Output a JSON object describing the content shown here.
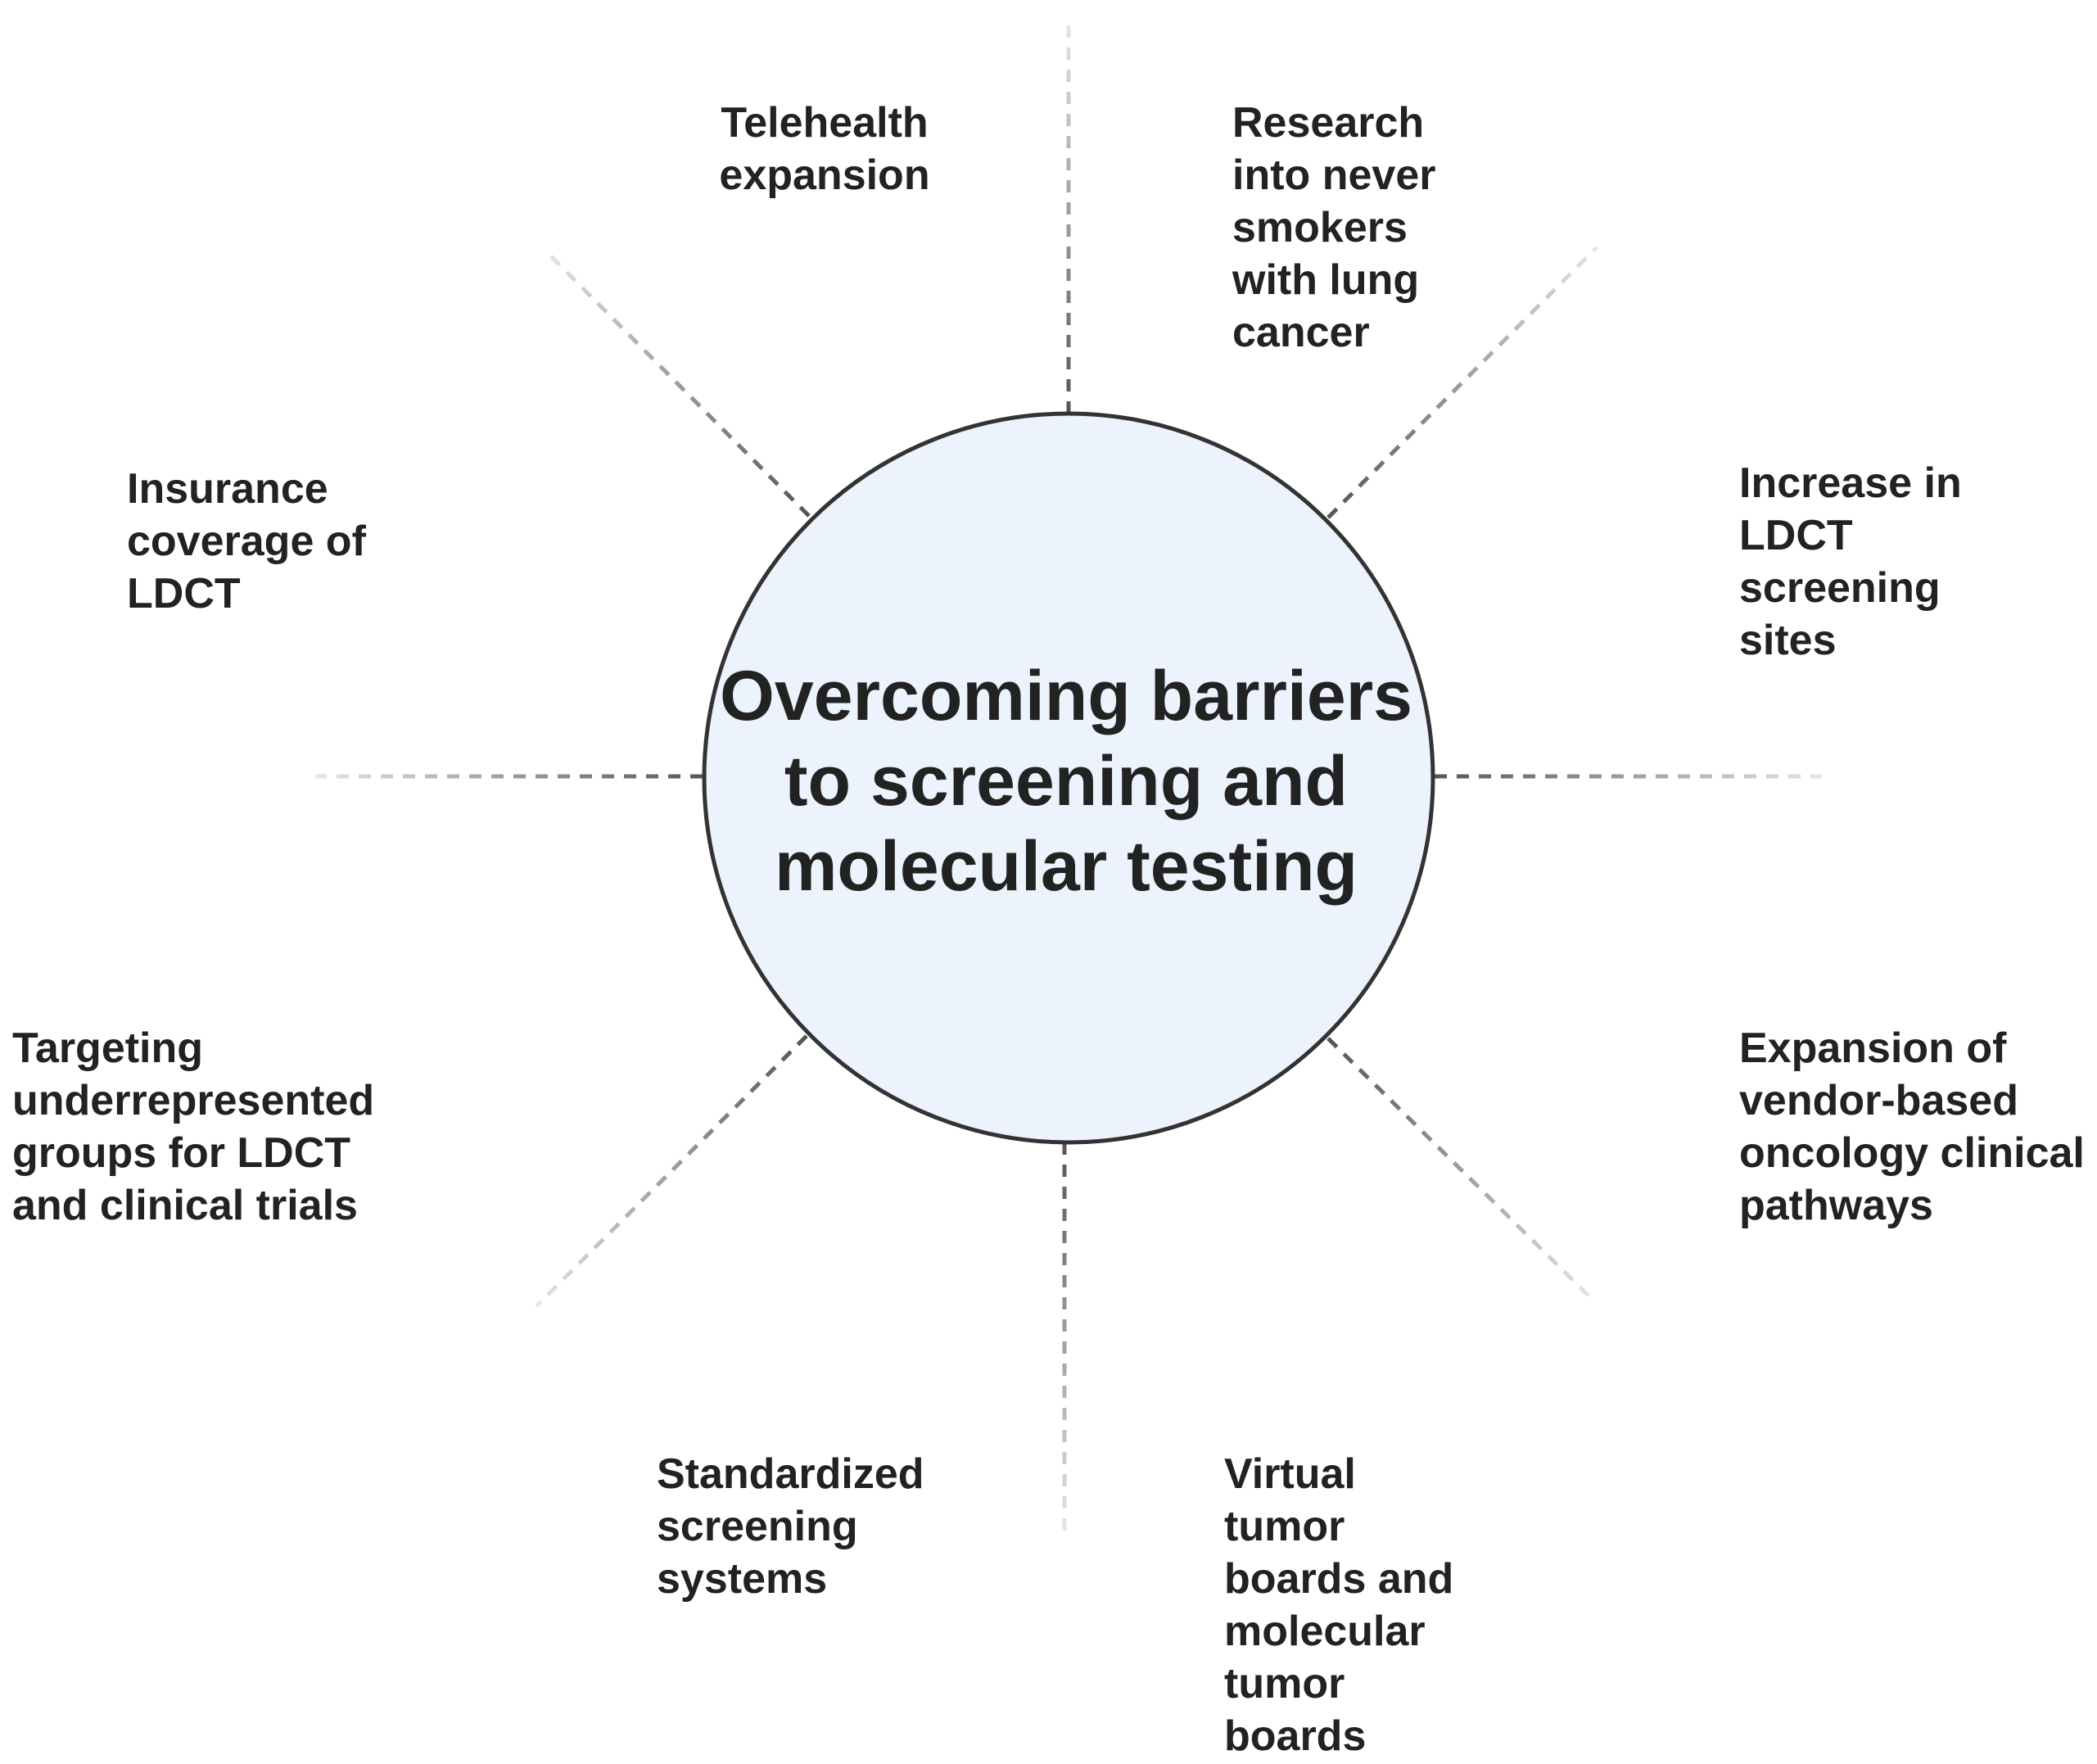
{
  "diagram": {
    "center": {
      "title": "Overcoming barriers to screening and molecular testing",
      "fill_color": "#edf3fc",
      "stroke_color": "#333333"
    },
    "spoke_color": "#555555",
    "items": [
      {
        "id": "telehealth",
        "label": "Telehealth expansion"
      },
      {
        "id": "research",
        "label": "Research into never smokers with lung cancer"
      },
      {
        "id": "ldct-sites",
        "label": "Increase in LDCT screening sites"
      },
      {
        "id": "vendor-pathways",
        "label": "Expansion of vendor-based oncology clinical pathways"
      },
      {
        "id": "virtual-tumor-boards",
        "label": "Virtual tumor boards and molecular tumor boards"
      },
      {
        "id": "standardized-screening",
        "label": "Standardized screening systems"
      },
      {
        "id": "underrepresented",
        "label": "Targeting underrepresented groups for LDCT and clinical trials"
      },
      {
        "id": "insurance",
        "label": "Insurance coverage of LDCT"
      }
    ]
  }
}
